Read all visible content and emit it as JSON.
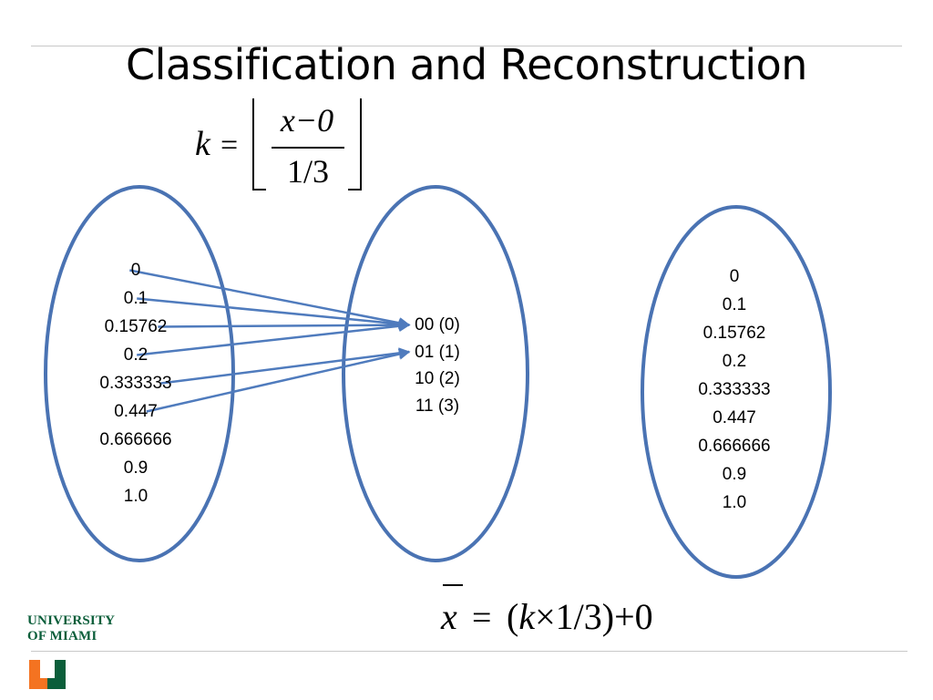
{
  "title": "Classification and Reconstruction",
  "formula_k": {
    "lhs": "k",
    "eq": "=",
    "numerator": "x−0",
    "denominator": "1/3"
  },
  "formula_xbar": {
    "lhs": "x",
    "eq": "=",
    "expr_a": "(",
    "expr_k": "k",
    "expr_b": "×1/3)+0"
  },
  "left_values": [
    "0",
    "0.1",
    "0.15762",
    "0.2",
    "0.333333",
    "0.447",
    "0.666666",
    "0.9",
    "1.0"
  ],
  "codes": [
    "00 (0)",
    "01 (1)",
    "10 (2)",
    "11 (3)"
  ],
  "right_values": [
    "0",
    "0.1",
    "0.15762",
    "0.2",
    "0.333333",
    "0.447",
    "0.666666",
    "0.9",
    "1.0"
  ],
  "mapping": [
    {
      "from": "0",
      "to": "00 (0)"
    },
    {
      "from": "0.1",
      "to": "00 (0)"
    },
    {
      "from": "0.15762",
      "to": "00 (0)"
    },
    {
      "from": "0.2",
      "to": "00 (0)"
    },
    {
      "from": "0.333333",
      "to": "01 (1)"
    },
    {
      "from": "0.447",
      "to": "01 (1)"
    }
  ],
  "logo": {
    "line1": "UNIVERSITY",
    "line2": "OF MIAMI"
  },
  "colors": {
    "ellipse_stroke": "#4a73b3",
    "arrow": "#4f7bbd",
    "logo_green": "#0b5e3a",
    "logo_orange": "#f47321",
    "rule": "#c8c8c8"
  }
}
